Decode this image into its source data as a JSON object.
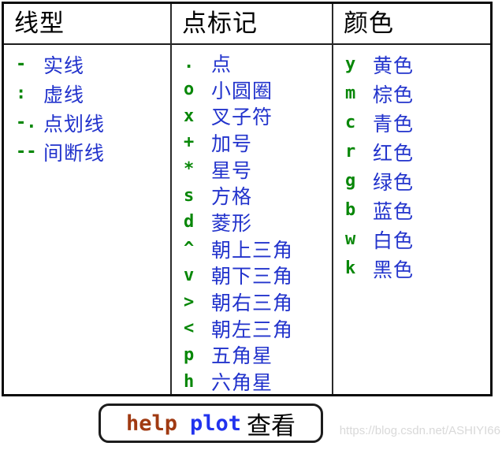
{
  "table": {
    "columns": [
      {
        "header": "线型",
        "rows": [
          {
            "symbol": "-",
            "label": "实线"
          },
          {
            "symbol": ":",
            "label": "虚线"
          },
          {
            "symbol": "-.",
            "label": "点划线"
          },
          {
            "symbol": "--",
            "label": "间断线"
          }
        ]
      },
      {
        "header": "点标记",
        "rows": [
          {
            "symbol": ".",
            "label": "点"
          },
          {
            "symbol": "o",
            "label": "小圆圈"
          },
          {
            "symbol": "x",
            "label": "叉子符"
          },
          {
            "symbol": "+",
            "label": "加号"
          },
          {
            "symbol": "*",
            "label": "星号"
          },
          {
            "symbol": "s",
            "label": "方格"
          },
          {
            "symbol": "d",
            "label": "菱形"
          },
          {
            "symbol": "^",
            "label": "朝上三角"
          },
          {
            "symbol": "v",
            "label": "朝下三角"
          },
          {
            "symbol": ">",
            "label": "朝右三角"
          },
          {
            "symbol": "<",
            "label": "朝左三角"
          },
          {
            "symbol": "p",
            "label": "五角星"
          },
          {
            "symbol": "h",
            "label": "六角星"
          }
        ]
      },
      {
        "header": "颜色",
        "rows": [
          {
            "symbol": "y",
            "label": "黄色"
          },
          {
            "symbol": "m",
            "label": "棕色"
          },
          {
            "symbol": "c",
            "label": "青色"
          },
          {
            "symbol": "r",
            "label": "红色"
          },
          {
            "symbol": "g",
            "label": "绿色"
          },
          {
            "symbol": "b",
            "label": "蓝色"
          },
          {
            "symbol": "w",
            "label": "白色"
          },
          {
            "symbol": "k",
            "label": "黑色"
          }
        ]
      }
    ]
  },
  "footer": {
    "help_word": "help",
    "plot_word": "plot",
    "suffix": "查看"
  },
  "watermark": "https://blog.csdn.net/ASHIYI66",
  "colors": {
    "symbol_green": "#088708",
    "label_blue": "#2233cc",
    "help_brown": "#a03a12",
    "plot_blue": "#2233ee",
    "watermark_gray": "#d9d9d9"
  }
}
